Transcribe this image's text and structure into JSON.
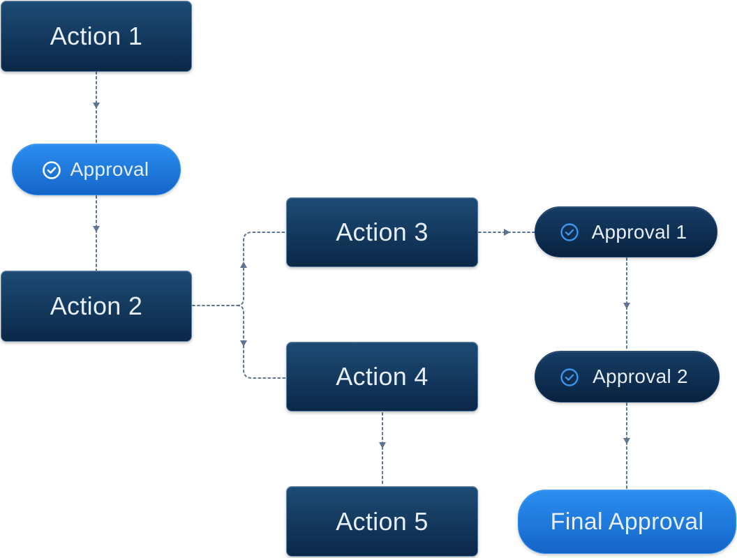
{
  "colors": {
    "action_top": "#1d4b75",
    "action_bottom": "#0b2848",
    "action_border": "#5e82a8",
    "approval_bright_top": "#2b8ef0",
    "approval_bright_bottom": "#1565c8",
    "approval_dark_top": "#163d66",
    "approval_dark_bottom": "#082240",
    "connector": "#5b7593",
    "check_light": "#ffffff",
    "check_accent": "#3f92e8"
  },
  "nodes": {
    "action1": {
      "label": "Action 1",
      "icon": ""
    },
    "approval": {
      "label": "Approval",
      "icon": "check-circle-icon"
    },
    "action2": {
      "label": "Action 2",
      "icon": ""
    },
    "action3": {
      "label": "Action 3",
      "icon": ""
    },
    "action4": {
      "label": "Action 4",
      "icon": ""
    },
    "action5": {
      "label": "Action 5",
      "icon": ""
    },
    "approval1": {
      "label": "Approval 1",
      "icon": "check-circle-icon"
    },
    "approval2": {
      "label": "Approval 2",
      "icon": "check-circle-icon"
    },
    "final": {
      "label": "Final Approval",
      "icon": ""
    }
  },
  "edges": [
    {
      "from": "action1",
      "to": "approval",
      "style": "dotted",
      "arrow": "down"
    },
    {
      "from": "approval",
      "to": "action2",
      "style": "dotted",
      "arrow": "down"
    },
    {
      "from": "action2",
      "to": "action3",
      "style": "dotted",
      "arrow": "up"
    },
    {
      "from": "action2",
      "to": "action4",
      "style": "dotted",
      "arrow": "down"
    },
    {
      "from": "action3",
      "to": "approval1",
      "style": "dotted",
      "arrow": "right"
    },
    {
      "from": "action4",
      "to": "action5",
      "style": "dotted",
      "arrow": "down"
    },
    {
      "from": "approval1",
      "to": "approval2",
      "style": "dotted",
      "arrow": "down"
    },
    {
      "from": "approval2",
      "to": "final",
      "style": "dotted",
      "arrow": "down"
    }
  ]
}
